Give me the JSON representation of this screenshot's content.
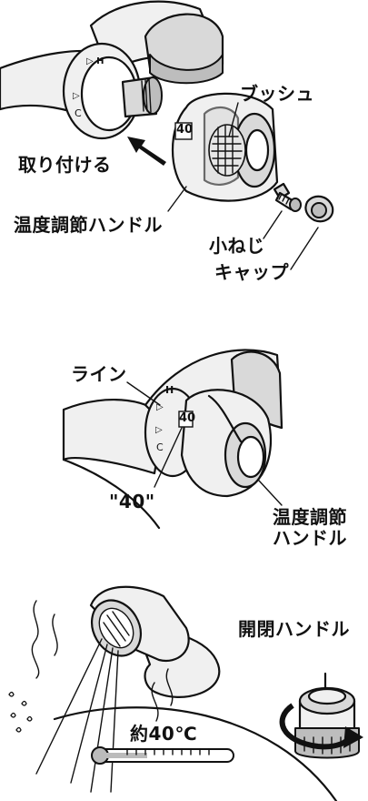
{
  "panel1": {
    "label_bush": "ブッシュ",
    "label_attach": "取り付ける",
    "label_handle": "温度調節ハンドル",
    "label_screw": "小ねじ",
    "label_cap": "キャップ",
    "dial_number": "40"
  },
  "panel2": {
    "label_line": "ライン",
    "label_40": "\"40\"",
    "label_handle_line1": "温度調節",
    "label_handle_line2": "ハンドル",
    "dial_number": "40"
  },
  "panel3": {
    "label_open_close": "開閉ハンドル",
    "label_temperature": "約40℃"
  }
}
